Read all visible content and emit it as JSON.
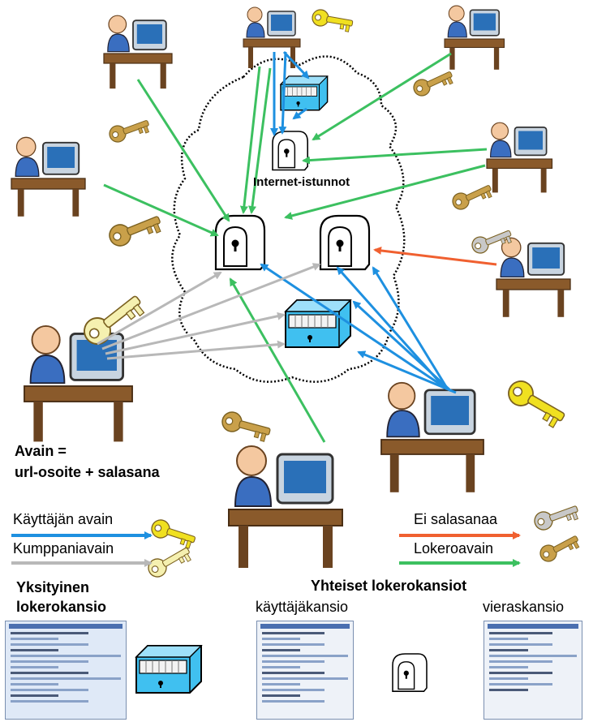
{
  "texts": {
    "internet_sessions": "Internet-istunnot",
    "key_definition_line1": "Avain =",
    "key_definition_line2": "url-osoite + salasana",
    "user_key": "Käyttäjän avain",
    "partner_key": "Kumppaniavain",
    "no_password": "Ei salasanaa",
    "locker_key": "Lokeroavain",
    "private_folder_line1": "Yksityinen",
    "private_folder_line2": "lokerokansio",
    "shared_folders": "Yhteiset lokerokansiot",
    "user_folder": "käyttäjäkansio",
    "guest_folder": "vieraskansio"
  },
  "colors": {
    "user_key_arrow": "#1e90e0",
    "partner_key_arrow": "#b8b8b8",
    "no_password_arrow": "#f06030",
    "locker_key_arrow": "#3cc060",
    "gold_key": "#c9a04a",
    "yellow_key": "#f0e020",
    "pale_key": "#f5f0b0",
    "grey_key": "#c8c8c8",
    "drawer": "#40c0f0"
  },
  "icons": {
    "people": "person-at-computer-icon",
    "keys": "key-icon",
    "lockers": "locker-icon",
    "drawers": "file-drawer-icon",
    "screenshots": "web-page-screenshot-icon"
  }
}
